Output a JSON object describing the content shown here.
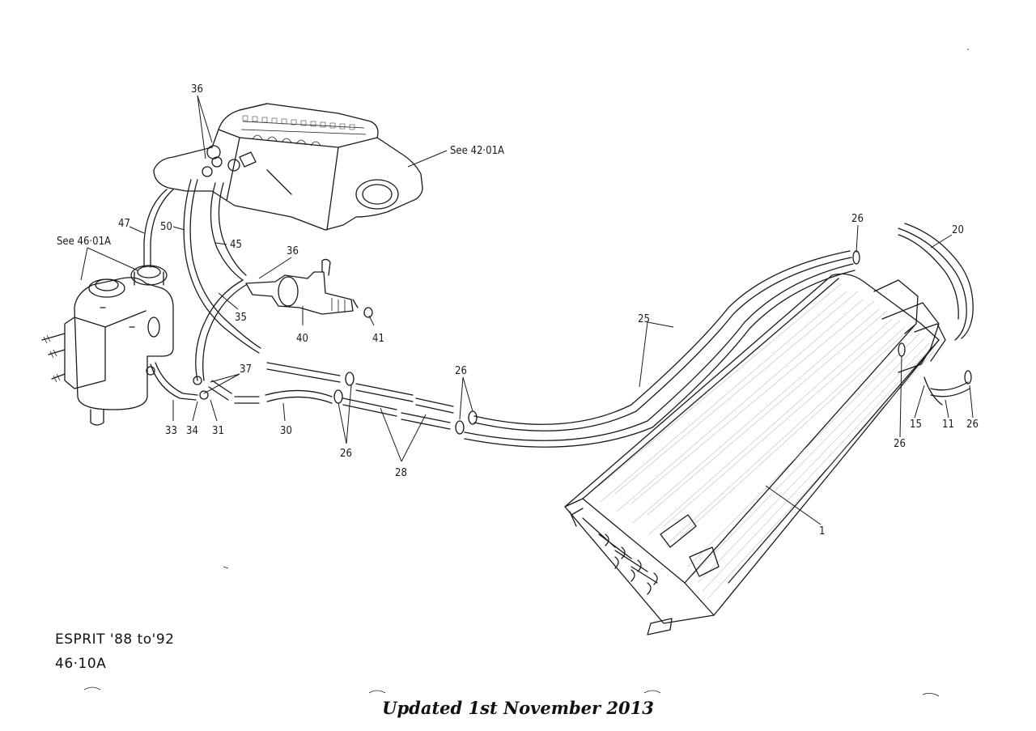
{
  "caption": {
    "model": "ESPRIT  '88  to'92",
    "ref": "46·10A"
  },
  "footer": "Updated 1st November 2013",
  "callouts": [
    {
      "id": "c36a",
      "text": "36"
    },
    {
      "id": "c42",
      "text": "See 42·01A"
    },
    {
      "id": "c47",
      "text": "47"
    },
    {
      "id": "c50",
      "text": "50"
    },
    {
      "id": "c45",
      "text": "45"
    },
    {
      "id": "c46",
      "text": "See 46·01A"
    },
    {
      "id": "c36b",
      "text": "36"
    },
    {
      "id": "c35",
      "text": "35"
    },
    {
      "id": "c40",
      "text": "40"
    },
    {
      "id": "c41",
      "text": "41"
    },
    {
      "id": "c37",
      "text": "37"
    },
    {
      "id": "c33",
      "text": "33"
    },
    {
      "id": "c34",
      "text": "34"
    },
    {
      "id": "c31",
      "text": "31"
    },
    {
      "id": "c30",
      "text": "30"
    },
    {
      "id": "c26a",
      "text": "26"
    },
    {
      "id": "c28",
      "text": "28"
    },
    {
      "id": "c26b",
      "text": "26"
    },
    {
      "id": "c25",
      "text": "25"
    },
    {
      "id": "c26c",
      "text": "26"
    },
    {
      "id": "c20",
      "text": "20"
    },
    {
      "id": "c26d",
      "text": "26"
    },
    {
      "id": "c15",
      "text": "15"
    },
    {
      "id": "c11",
      "text": "11"
    },
    {
      "id": "c26e",
      "text": "26"
    },
    {
      "id": "c1",
      "text": "1"
    }
  ]
}
